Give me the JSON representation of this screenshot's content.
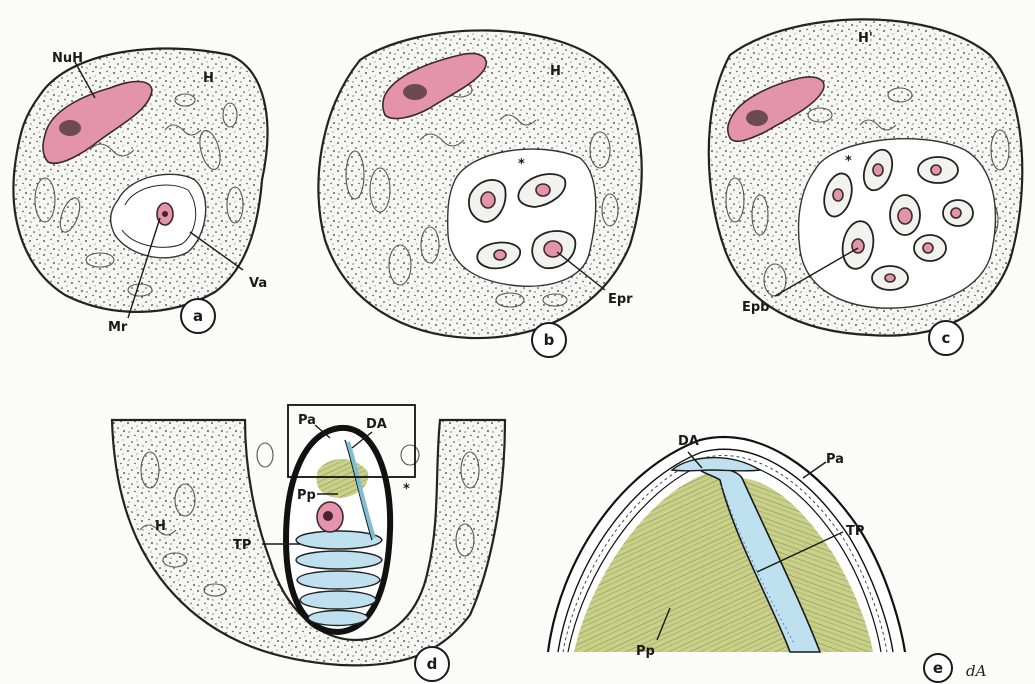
{
  "panels": {
    "a": {
      "letter": "a",
      "labels": {
        "nuh": "NuH",
        "h": "H",
        "va": "Va",
        "mr": "Mr"
      }
    },
    "b": {
      "letter": "b",
      "labels": {
        "h": "H",
        "epr": "Epr",
        "star": "*"
      }
    },
    "c": {
      "letter": "c",
      "labels": {
        "h": "H'",
        "epb": "Epb",
        "star": "*"
      }
    },
    "d": {
      "letter": "d",
      "labels": {
        "pa": "Pa",
        "da": "DA",
        "pp": "Pp",
        "tp": "TP",
        "h": "H",
        "star": "*"
      }
    },
    "e": {
      "letter": "e",
      "labels": {
        "da": "DA",
        "pa": "Pa",
        "tp": "TP",
        "pp": "Pp"
      }
    }
  },
  "signature": "dA",
  "colors": {
    "nucleus_pink": "#e493ad",
    "polar_tube_blue": "#bfe0ee",
    "polaroplast_green": "#b9c27a",
    "outline": "#1a1a1a"
  }
}
